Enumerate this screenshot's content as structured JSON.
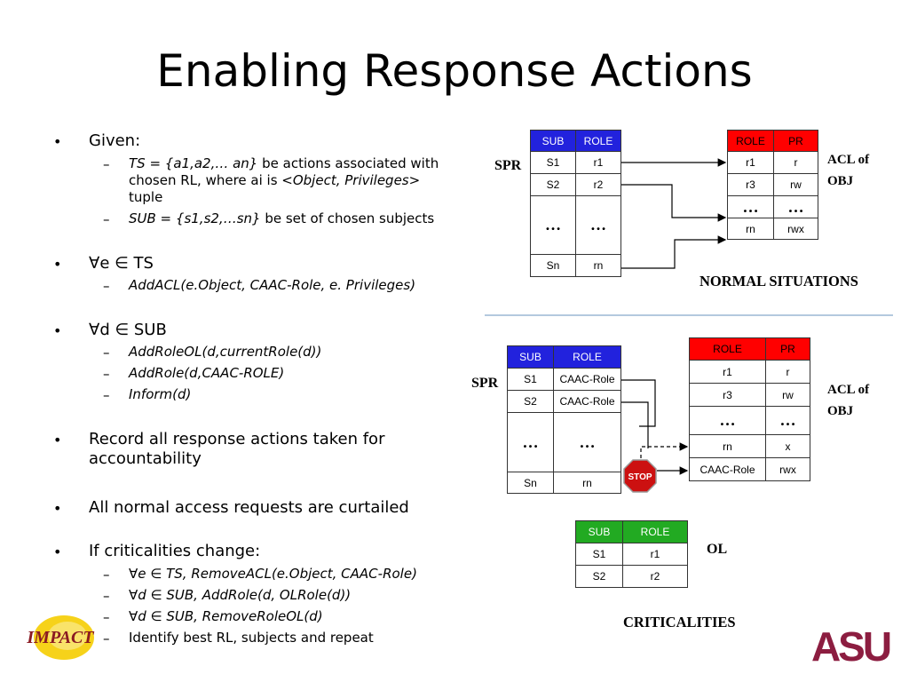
{
  "title": "Enabling Response Actions",
  "bullets": {
    "given": "Given:",
    "ts_italic": "TS = {a1,a2,… an}",
    "ts_rest1": " be actions associated with chosen RL, where ai is ",
    "ts_italic2": "<Object, Privileges>",
    "ts_rest2": " tuple",
    "sub_italic": "SUB = {s1,s2,…sn}",
    "sub_rest": " be set of chosen subjects",
    "forall_e": "∀e ∈ TS",
    "addacl": "AddACL(e.Object, CAAC-Role, e. Privileges)",
    "forall_d": "∀d ∈ SUB",
    "addroleol": "AddRoleOL(d,currentRole(d))",
    "addrole": "AddRole(d,CAAC-ROLE)",
    "inform": "Inform(d)",
    "record": "Record all response actions taken for accountability",
    "curtailed": "All normal access requests are curtailed",
    "criticalities": "If criticalities change:",
    "c1": "∀e ∈ TS, RemoveACL(e.Object, CAAC-Role)",
    "c2": "∀d ∈ SUB, AddRole(d, OLRole(d))",
    "c3": "∀d ∈ SUB, RemoveRoleOL(d)",
    "c4": "Identify best RL, subjects and repeat",
    "dot": "•",
    "dash": "–"
  },
  "normal": {
    "spr_label": "SPR",
    "acl_label_1": "ACL of",
    "acl_label_2": "OBJ",
    "caption": "NORMAL SITUATIONS",
    "spr_headers": [
      "SUB",
      "ROLE"
    ],
    "spr_rows": [
      [
        "S1",
        "r1"
      ],
      [
        "S2",
        "r2"
      ],
      [
        "…",
        "…"
      ],
      [
        "Sn",
        "rn"
      ]
    ],
    "acl_headers": [
      "ROLE",
      "PR"
    ],
    "acl_rows": [
      [
        "r1",
        "r"
      ],
      [
        "r3",
        "rw"
      ],
      [
        "…",
        "…"
      ],
      [
        "rn",
        "rwx"
      ]
    ]
  },
  "crit": {
    "spr_label": "SPR",
    "acl_label_1": "ACL of",
    "acl_label_2": "OBJ",
    "ol_label": "OL",
    "caption": "CRITICALITIES",
    "spr_headers": [
      "SUB",
      "ROLE"
    ],
    "spr_rows": [
      [
        "S1",
        "CAAC-Role"
      ],
      [
        "S2",
        "CAAC-Role"
      ],
      [
        "…",
        "…"
      ],
      [
        "Sn",
        "rn"
      ]
    ],
    "acl_headers": [
      "ROLE",
      "PR"
    ],
    "acl_rows": [
      [
        "r1",
        "r"
      ],
      [
        "r3",
        "rw"
      ],
      [
        "…",
        "…"
      ],
      [
        "rn",
        "x"
      ],
      [
        "CAAC-Role",
        "rwx"
      ]
    ],
    "ol_headers": [
      "SUB",
      "ROLE"
    ],
    "ol_rows": [
      [
        "S1",
        "r1"
      ],
      [
        "S2",
        "r2"
      ]
    ],
    "stop_sign": "STOP"
  },
  "logos": {
    "impact": "IMPACT",
    "asu": "ASU"
  },
  "colors": {
    "blue_header": "#2222dd",
    "red_header": "#ff0000",
    "green_header": "#22aa22",
    "divider": "#9bb7d4"
  }
}
